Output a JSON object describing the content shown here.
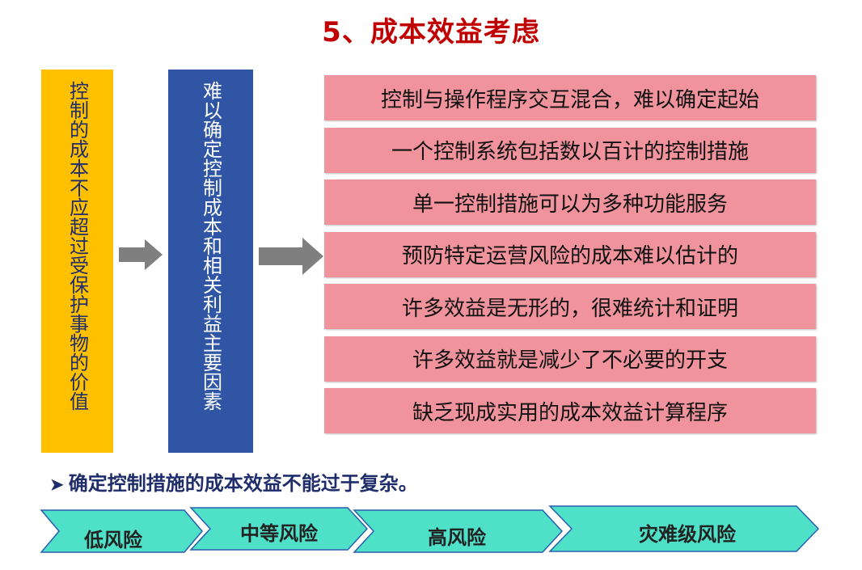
{
  "title": "5、成本效益考虑",
  "left_box": {
    "text": "控制的成本不应超过受保护事物的价值"
  },
  "middle_box": {
    "text": "难以确定控制成本和相关利益主要因素"
  },
  "items": [
    "控制与操作程序交互混合，难以确定起始",
    "一个控制系统包括数以百计的控制措施",
    "单一控制措施可以为多种功能服务",
    "预防特定运营风险的成本难以估计的",
    "许多效益是无形的，很难统计和证明",
    "许多效益就是减少了不必要的开支",
    "缺乏现成实用的成本效益计算程序"
  ],
  "note": {
    "bullet": "➤",
    "text": "确定控制措施的成本效益不能过于复杂。"
  },
  "risk_levels": [
    "低风险",
    "中等风险",
    "高风险",
    "灾难级风险"
  ],
  "colors": {
    "title": "#c00000",
    "yellow_box": "#ffc000",
    "blue_box": "#2f55a4",
    "pink_item": "#f1939c",
    "chevron_fill": "#4fe0c8",
    "chevron_stroke": "#2a5fb0",
    "arrow_gray": "#7f7f7f"
  }
}
